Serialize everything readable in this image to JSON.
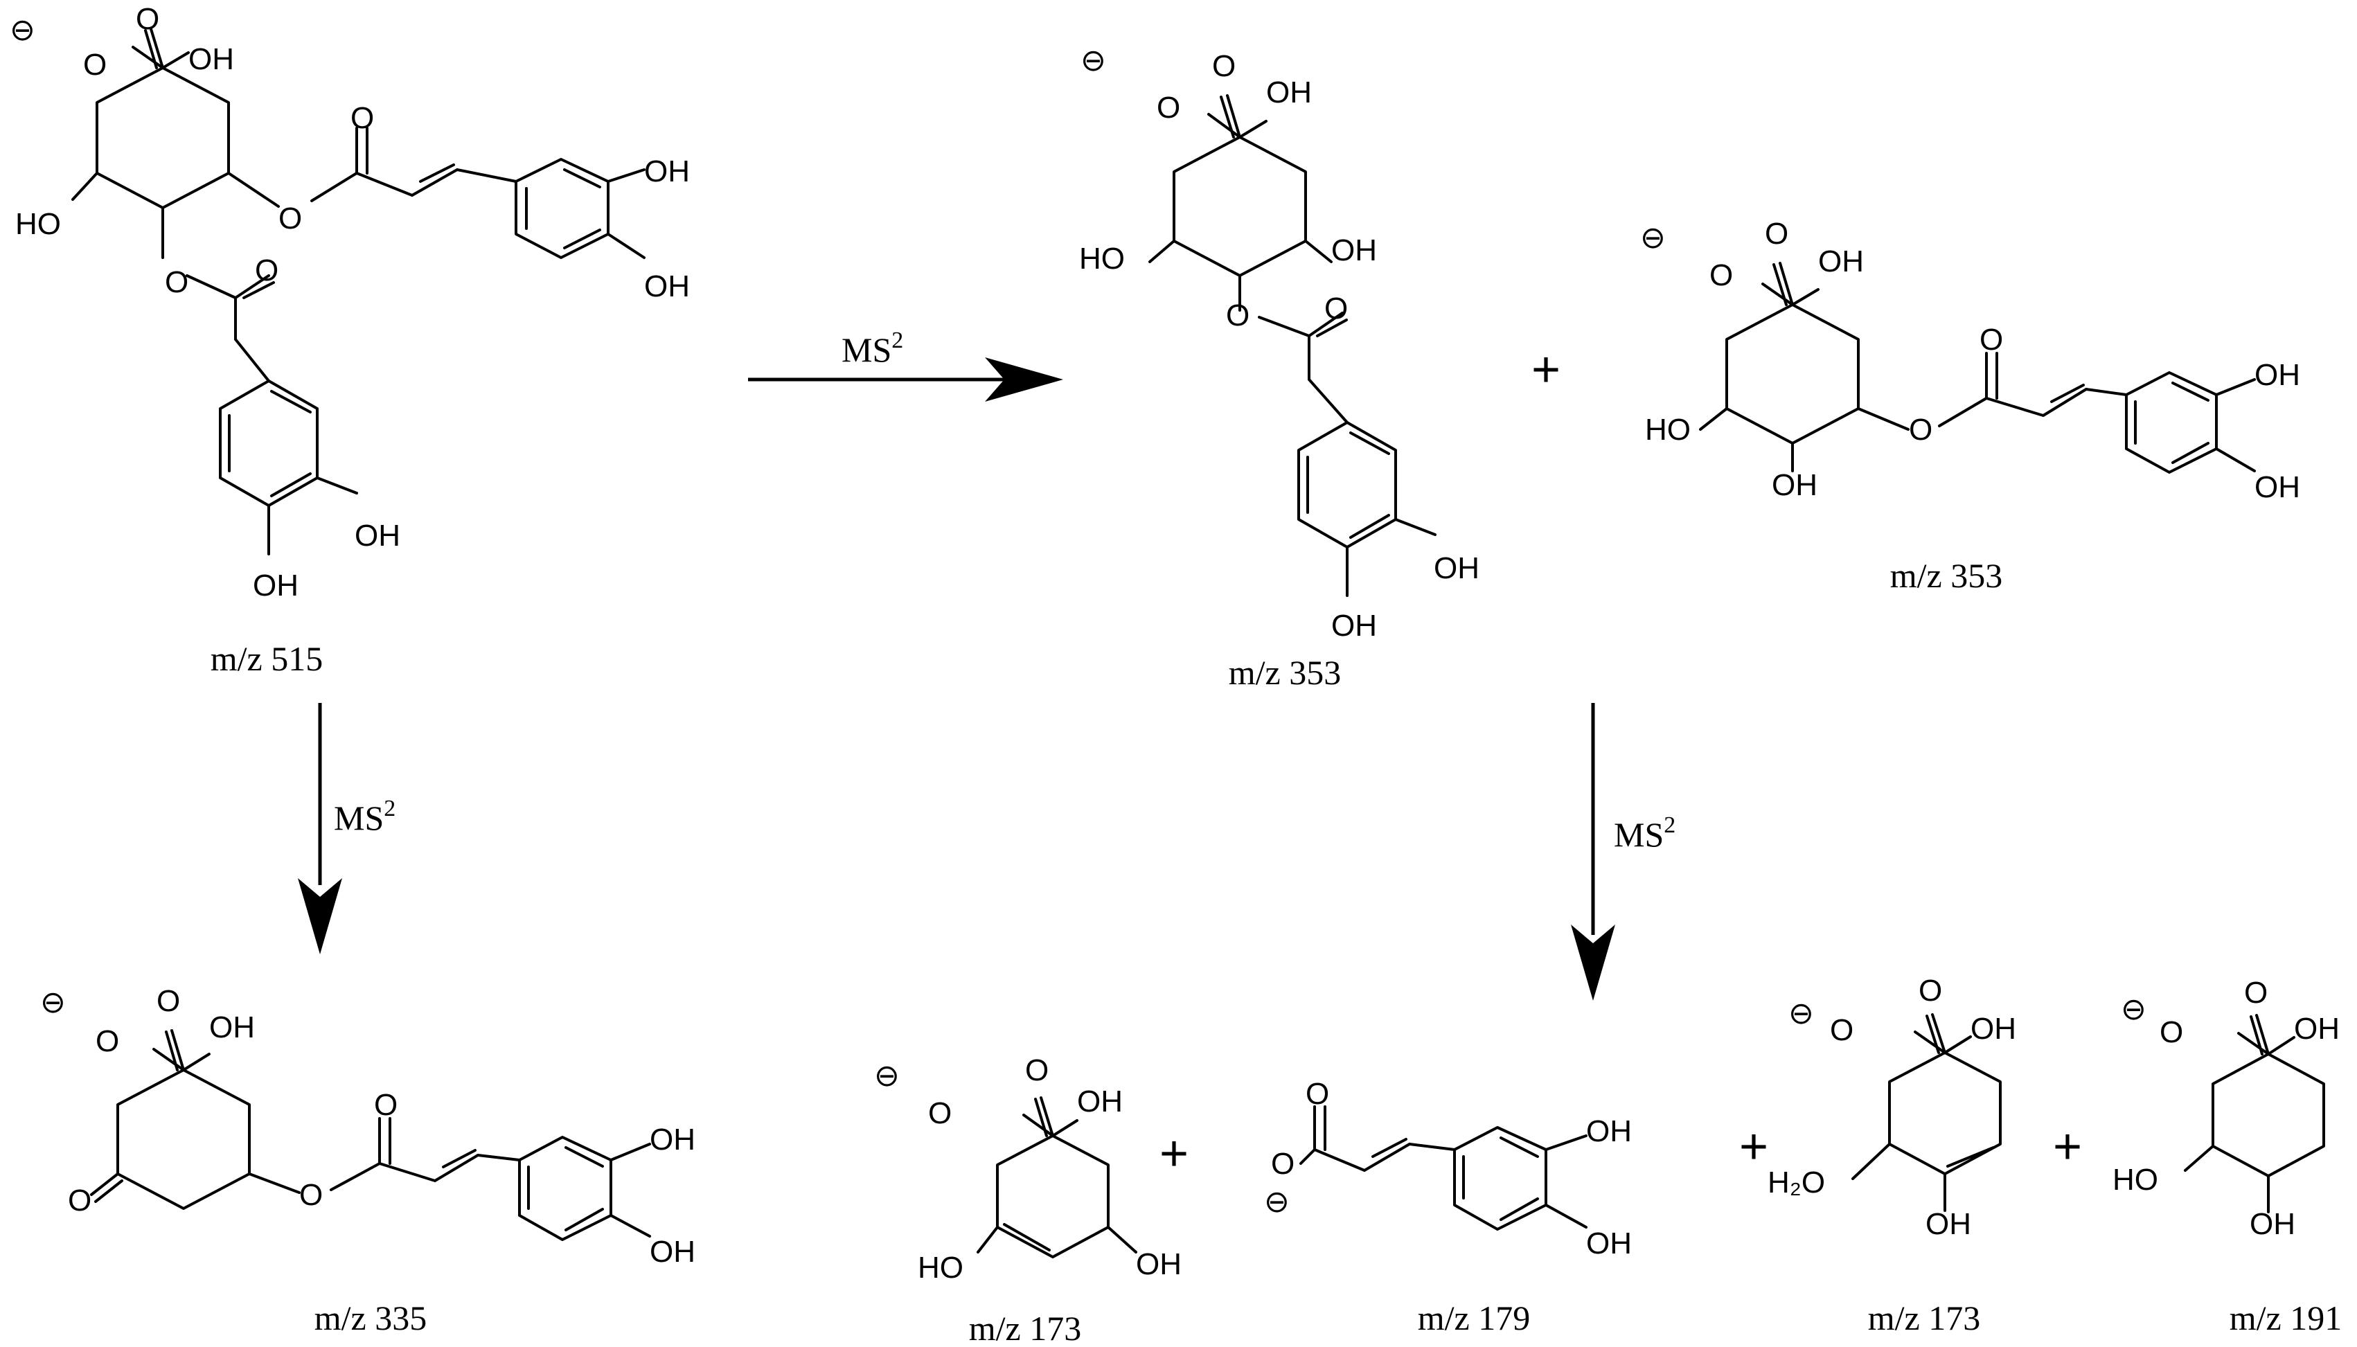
{
  "reaction_scheme": {
    "step_label": "MS",
    "step_label_sup": "2",
    "plus_sign": "+",
    "charge_symbol": "⊖",
    "atom_labels": {
      "oxygen": "O",
      "hydroxyl": "OH",
      "hydroxyl_left": "HO",
      "water": "H₂O"
    },
    "precursor": {
      "mz_label": "m/z 515"
    },
    "fragments_first": [
      {
        "mz_label": "m/z 353"
      },
      {
        "mz_label": "m/z 353"
      }
    ],
    "fragment_335": {
      "mz_label": "m/z 335"
    },
    "fragments_second": [
      {
        "mz_label": "m/z 173"
      },
      {
        "mz_label": "m/z 179"
      },
      {
        "mz_label": "m/z 173"
      },
      {
        "mz_label": "m/z 191"
      }
    ]
  }
}
